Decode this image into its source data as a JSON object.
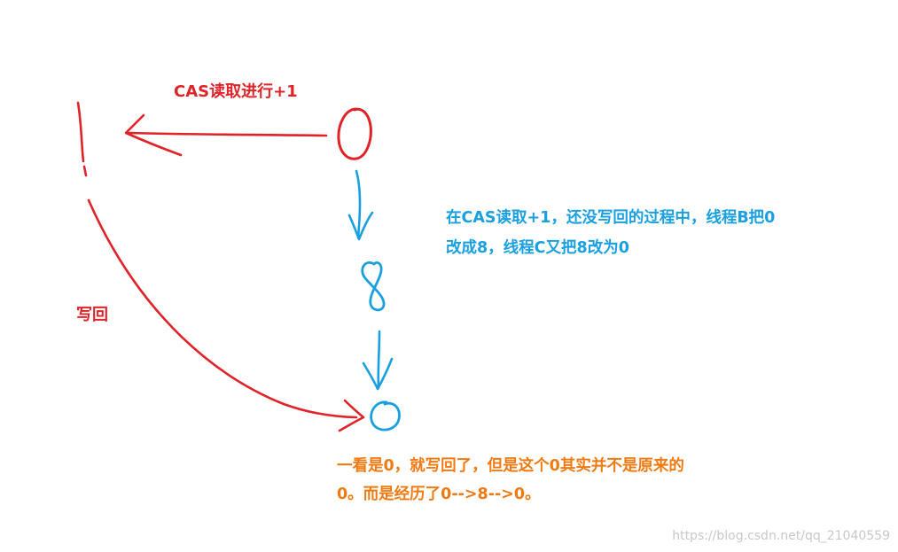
{
  "labels": {
    "cas_read": "CAS读取进行+1",
    "write_back": "写回",
    "explain_line1": "在CAS读取+1，还没写回的过程中，线程B把0",
    "explain_line2": "改成8，线程C又把8改为0",
    "conclusion_line1": "一看是0，就写回了，但是这个0其实并不是原来的",
    "conclusion_line2": "0。而是经历了0-->8-->0。"
  },
  "watermark": "https://blog.csdn.net/qq_21040559",
  "colors": {
    "red": "#e02328",
    "blue": "#1aa0e0",
    "orange": "#f07a12",
    "watermark": "#c8c8c8"
  }
}
